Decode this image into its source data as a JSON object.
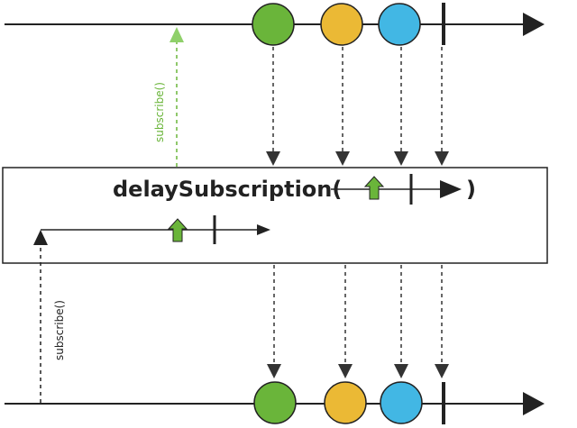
{
  "operator": {
    "name": "delaySubscription(",
    "close": ")"
  },
  "labels": {
    "subscribe_top": "subscribe()",
    "subscribe_bottom": "subscribe()"
  },
  "colors": {
    "green": "#6ab53a",
    "yellow": "#ebb935",
    "blue": "#42b7e4",
    "line": "#222222",
    "dashed": "#333333",
    "subscribe_top": "#6ab53a",
    "arrow_green": "#6ab53a"
  },
  "marbles": {
    "items": [
      {
        "color_key": "green",
        "name": "green-marble"
      },
      {
        "color_key": "yellow",
        "name": "yellow-marble"
      },
      {
        "color_key": "blue",
        "name": "blue-marble"
      }
    ]
  }
}
